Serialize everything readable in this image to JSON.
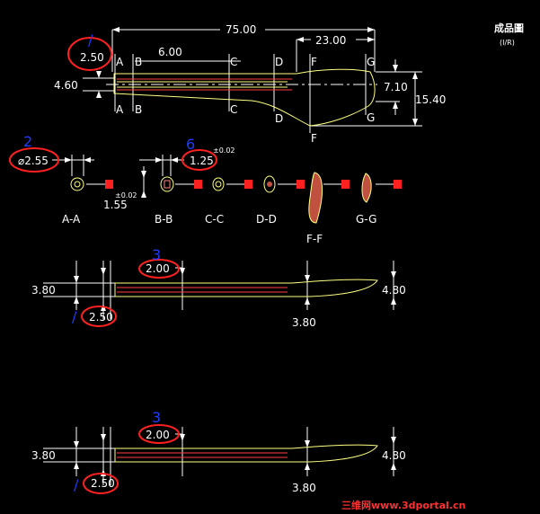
{
  "header": {
    "title": "成品圖",
    "subtitle": "(I/R)"
  },
  "top_view": {
    "length": "75.00",
    "tip_len": "23.00",
    "hole_spacing": "6.00",
    "hole_dia": "2.50",
    "left_height": "4.60",
    "mid_height": "7.10",
    "tip_height": "15.40",
    "sections": [
      "A",
      "B",
      "C",
      "D",
      "F",
      "G"
    ]
  },
  "sections_row": {
    "dia_label": "⌀2.55",
    "width_label": "1.25",
    "tol_a": "±0.02",
    "tol_b": "±0.02",
    "depth_label": "1.55",
    "labels": [
      "A-A",
      "B-B",
      "C-C",
      "D-D",
      "F-F",
      "G-G"
    ]
  },
  "view2": {
    "slot_w": "2.00",
    "left_h": "3.80",
    "right_h": "4.80",
    "tip_h": "3.80",
    "hole": "2.50"
  },
  "view3": {
    "slot_w": "2.00",
    "left_h": "3.80",
    "right_h": "4.80",
    "tip_h": "3.80",
    "hole": "2.50"
  },
  "annotations": {
    "mark_1a": "/",
    "mark_2": "2",
    "mark_6": "6",
    "mark_3a": "3",
    "mark_1b": "/",
    "mark_3b": "3",
    "mark_1c": "/"
  },
  "watermark": "三维网www.3dportal.cn",
  "colors": {
    "background": "#000000",
    "line": "#ffffff",
    "part": "#ffff80",
    "circle": "#ff2020",
    "hatch": "#c05040",
    "ink": "#1e3cff"
  }
}
